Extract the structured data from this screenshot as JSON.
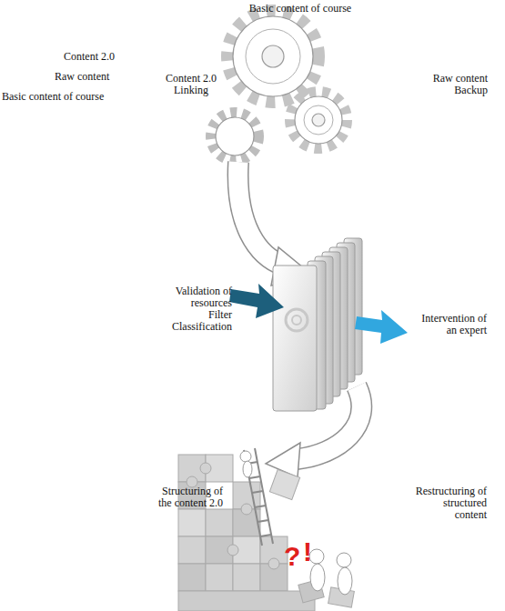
{
  "diagram": {
    "labels": [
      "Basic content of course",
      "Content 2.0",
      "Raw content",
      "Basic content of course",
      "Content 2.0 Linking",
      "Raw content Backup",
      "Validation of resources Filter Classification",
      "Intervention of an expert",
      "Structuring of the content 2.0",
      "Restructuring of structured content",
      "?",
      "!"
    ]
  }
}
